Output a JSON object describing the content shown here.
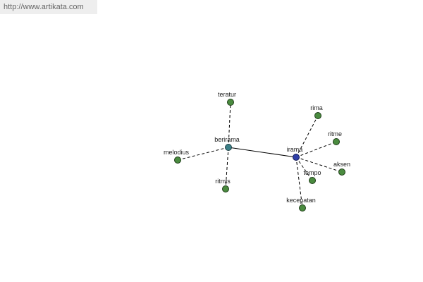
{
  "header": {
    "url": "http://www.artikata.com"
  },
  "graph": {
    "nodes": [
      {
        "id": "irama",
        "label": "irama",
        "kind": "center"
      },
      {
        "id": "berirama",
        "label": "berirama",
        "kind": "hub"
      },
      {
        "id": "teratur",
        "label": "teratur",
        "kind": "leaf"
      },
      {
        "id": "melodius",
        "label": "melodius",
        "kind": "leaf"
      },
      {
        "id": "ritmis",
        "label": "ritmis",
        "kind": "leaf"
      },
      {
        "id": "rima",
        "label": "rima",
        "kind": "leaf"
      },
      {
        "id": "ritme",
        "label": "ritme",
        "kind": "leaf"
      },
      {
        "id": "aksen",
        "label": "aksen",
        "kind": "leaf"
      },
      {
        "id": "tempo",
        "label": "tempo",
        "kind": "leaf"
      },
      {
        "id": "kecepatan",
        "label": "kecepatan",
        "kind": "leaf"
      }
    ],
    "edges": [
      {
        "from": "berirama",
        "to": "irama",
        "style": "solid"
      },
      {
        "from": "berirama",
        "to": "teratur",
        "style": "dashed"
      },
      {
        "from": "berirama",
        "to": "melodius",
        "style": "dashed"
      },
      {
        "from": "berirama",
        "to": "ritmis",
        "style": "dashed"
      },
      {
        "from": "irama",
        "to": "rima",
        "style": "dashed"
      },
      {
        "from": "irama",
        "to": "ritme",
        "style": "dashed"
      },
      {
        "from": "irama",
        "to": "aksen",
        "style": "dashed"
      },
      {
        "from": "irama",
        "to": "tempo",
        "style": "dashed"
      },
      {
        "from": "irama",
        "to": "kecepatan",
        "style": "dashed"
      }
    ]
  },
  "colors": {
    "leaf": "#4a8b3f",
    "hub": "#3b7f87",
    "center": "#2f3fa8"
  }
}
